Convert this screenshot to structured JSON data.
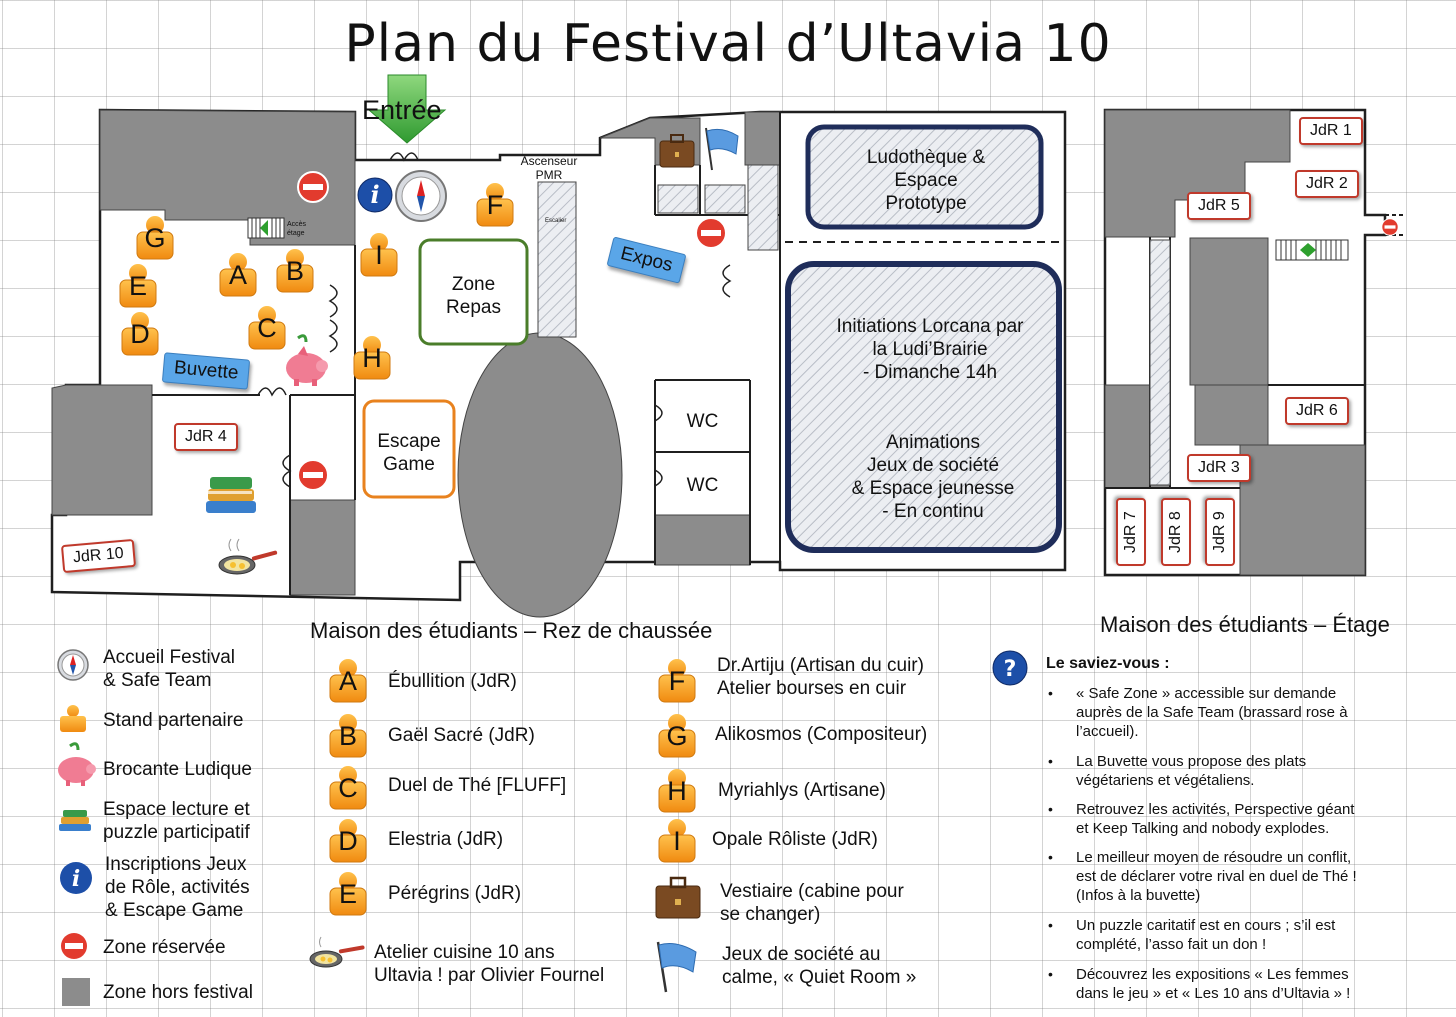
{
  "title": "Plan du Festival d’Ultavia 10",
  "map": {
    "entree": "Entrée",
    "ascenseur": "Ascenseur PMR",
    "ascenseur_l1": "Ascenseur",
    "ascenseur_l2": "PMR",
    "escalier": "Escalier",
    "acces_etage_l1": "Accès",
    "acces_etage_l2": "étage",
    "buvette": "Buvette",
    "expos": "Expos",
    "zone_repas_l1": "Zone",
    "zone_repas_l2": "Repas",
    "escape_l1": "Escape",
    "escape_l2": "Game",
    "wc1": "WC",
    "wc2": "WC",
    "ludotheque_l1": "Ludothèque &",
    "ludotheque_l2": "Espace",
    "ludotheque_l3": "Prototype",
    "init_l1": "Initiations Lorcana par",
    "init_l2": "la Ludi’Brairie",
    "init_l3": "- Dimanche 14h",
    "anim_l1": "Animations",
    "anim_l2": "Jeux de société",
    "anim_l3": "& Espace jeunesse",
    "anim_l4": "- En continu",
    "booths": [
      "A",
      "B",
      "C",
      "D",
      "E",
      "F",
      "G",
      "H",
      "I"
    ],
    "jdr": [
      "JdR 1",
      "JdR 2",
      "JdR 3",
      "JdR 4",
      "JdR 5",
      "JdR 6",
      "JdR 7",
      "JdR 8",
      "JdR 9",
      "JdR 10"
    ],
    "caption_rdc": "Maison des étudiants – Rez de chaussée",
    "caption_etage": "Maison des étudiants – Étage"
  },
  "legend": {
    "accueil_l1": "Accueil Festival",
    "accueil_l2": "& Safe Team",
    "stand": "Stand partenaire",
    "brocante": "Brocante Ludique",
    "lecture_l1": "Espace lecture et",
    "lecture_l2": "puzzle participatif",
    "inscriptions_l1": "Inscriptions Jeux",
    "inscriptions_l2": "de Rôle, activités",
    "inscriptions_l3": "& Escape Game",
    "reservee": "Zone réservée",
    "hors": "Zone hors festival",
    "exhibitors": [
      {
        "letter": "A",
        "name": "Ébullition (JdR)"
      },
      {
        "letter": "B",
        "name": "Gaël Sacré (JdR)"
      },
      {
        "letter": "C",
        "name": "Duel de Thé [FLUFF]"
      },
      {
        "letter": "D",
        "name": "Elestria (JdR)"
      },
      {
        "letter": "E",
        "name": "Pérégrins (JdR)"
      },
      {
        "letter": "F",
        "name": "Dr.Artiju (Artisan du cuir)",
        "name2": "Atelier bourses en cuir"
      },
      {
        "letter": "G",
        "name": "Alikosmos (Compositeur)"
      },
      {
        "letter": "H",
        "name": "Myriahlys (Artisane)"
      },
      {
        "letter": "I",
        "name": "Opale Rôliste (JdR)"
      }
    ],
    "cuisine_l1": "Atelier cuisine 10 ans",
    "cuisine_l2": "Ultavia ! par Olivier Fournel",
    "vestiaire_l1": "Vestiaire (cabine pour",
    "vestiaire_l2": "se changer)",
    "quiet_l1": "Jeux de société au",
    "quiet_l2": "calme, « Quiet Room »"
  },
  "faq": {
    "title": "Le saviez-vous :",
    "items": [
      [
        "« Safe Zone » accessible sur demande",
        "auprès de la Safe Team (brassard rose à",
        "l’accueil)."
      ],
      [
        "La Buvette vous propose des plats",
        "végétariens et végétaliens."
      ],
      [
        "Retrouvez les activités, Perspective géant",
        "et Keep Talking and nobody explodes."
      ],
      [
        "Le meilleur moyen de résoudre un conflit,",
        "est de déclarer votre rival en duel de Thé !",
        "(Infos à la buvette)"
      ],
      [
        "Un puzzle caritatif est en cours ; s’il est",
        "complété, l’asso fait un don !"
      ],
      [
        "Découvrez les expositions « Les femmes",
        "dans le jeu » et « Les 10 ans d’Ultavia » !"
      ]
    ]
  },
  "colors": {
    "booth_orange": "#f39a1e",
    "tag_blue": "#5aa6e8",
    "zone_green": "#4a7d2a",
    "zone_orange": "#e8821e",
    "zone_navy": "#1f2d5a",
    "jdr_red": "#c0392b",
    "grey_area": "#8c8c8c"
  }
}
